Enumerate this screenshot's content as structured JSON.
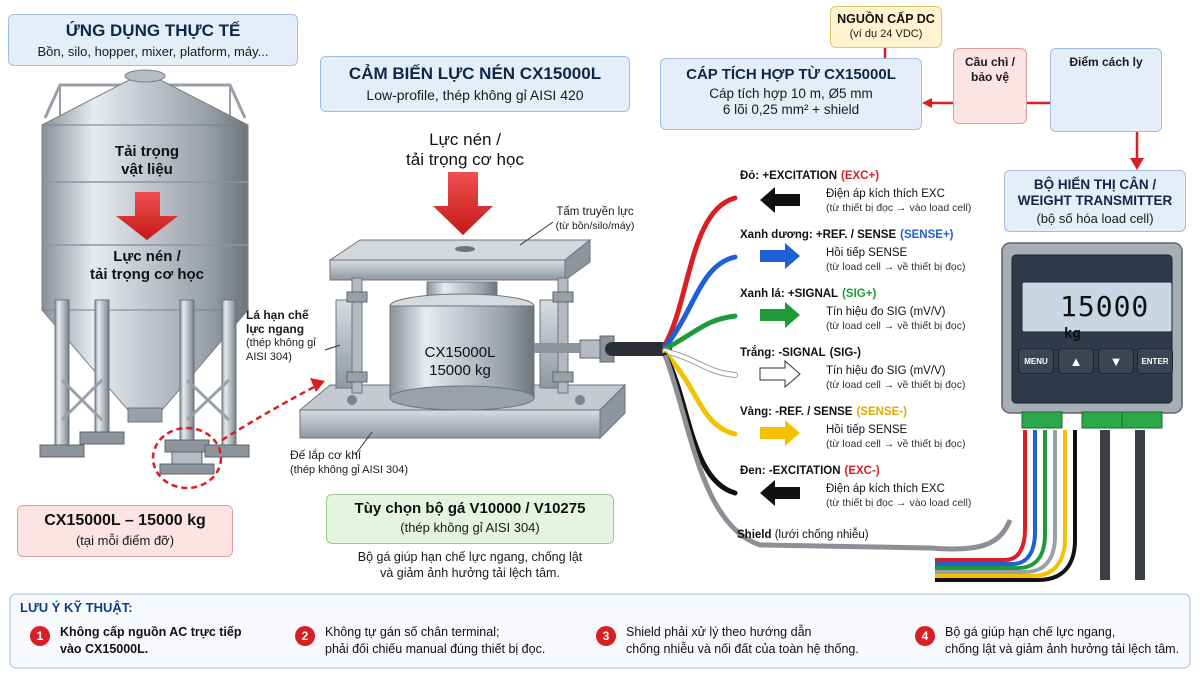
{
  "application_box": {
    "title": "ỨNG DỤNG THỰC TẾ",
    "subtitle": "Bồn, silo, hopper, mixer, platform, máy..."
  },
  "silo": {
    "label_load_line1": "Tải trọng",
    "label_load_line2": "vật liệu",
    "label_force_line1": "Lực nén /",
    "label_force_line2": "tải trọng cơ học"
  },
  "capacity_box": {
    "title": "CX15000L – 15000 kg",
    "subtitle": "(tại mỗi điểm đỡ)"
  },
  "sensor_box": {
    "title": "CẢM BIẾN LỰC NÉN CX15000L",
    "subtitle": "Low-profile, thép không gỉ AISI 420"
  },
  "sensor_force": {
    "line1": "Lực nén /",
    "line2": "tải trọng cơ học"
  },
  "sensor_labels": {
    "top_plate": "Tấm truyền lực",
    "top_plate_sub": "(từ bồn/silo/máy)",
    "side_plate_line1": "Lá hạn chế",
    "side_plate_line2": "lực ngang",
    "side_plate_line3": "(thép không gỉ",
    "side_plate_line4": "AISI 304)",
    "body_model": "CX15000L",
    "body_capacity": "15000 kg",
    "base_line1": "Đế lắp cơ khí",
    "base_line2": "(thép không gỉ AISI 304)"
  },
  "mount_box": {
    "title": "Tùy chọn bộ gá V10000 / V10275",
    "subtitle": "(thép không gỉ AISI 304)",
    "note_line1": "Bộ gá giúp hạn chế lực ngang, chống lật",
    "note_line2": "và giảm ảnh hưởng tải lệch tâm."
  },
  "power_box": {
    "title": "NGUỒN CẤP DC",
    "subtitle": "(ví dụ 24 VDC)"
  },
  "cable_box": {
    "title": "CÁP TÍCH HỢP TỪ CX15000L",
    "line1": "Cáp tích hợp 10 m, Ø5 mm",
    "line2": "6 lõi 0,25 mm² + shield"
  },
  "fuse_box": {
    "line1": "Cầu chì /",
    "line2": "bảo vệ"
  },
  "isolation_box": {
    "title": "Điểm cách ly"
  },
  "indicator_box": {
    "line1": "BỘ HIỂN THỊ CÂN /",
    "line2": "WEIGHT TRANSMITTER",
    "line3": "(bộ số hóa load cell)"
  },
  "indicator": {
    "reading": "15000",
    "unit": "kg",
    "key_menu": "MENU",
    "key_enter": "ENTER",
    "key_up": "▲",
    "key_down": "▼"
  },
  "wires": [
    {
      "title": "Đỏ: +EXCITATION",
      "tag": "(EXC+)",
      "desc": "Điện áp kích thích EXC",
      "sub": "(từ thiết bị đọc → vào load cell)",
      "color": "#d81f26",
      "tag_color": "#d81f26",
      "arrow": "left"
    },
    {
      "title": "Xanh dương: +REF. / SENSE",
      "tag": "(SENSE+)",
      "desc": "Hồi tiếp SENSE",
      "sub": "(từ load cell → về thiết bị đọc)",
      "color": "#1f5fd8",
      "tag_color": "#1f5fd8",
      "arrow": "right"
    },
    {
      "title": "Xanh lá: +SIGNAL",
      "tag": "(SIG+)",
      "desc": "Tín hiệu đo SIG (mV/V)",
      "sub": "(từ load cell → về thiết bị đọc)",
      "color": "#1f9a3a",
      "tag_color": "#1f9a3a",
      "arrow": "right"
    },
    {
      "title": "Trắng: -SIGNAL",
      "tag": "(SIG-)",
      "desc": "Tín hiệu đo SIG (mV/V)",
      "sub": "(từ load cell → về thiết bị đọc)",
      "color": "#ffffff",
      "tag_color": "#111111",
      "arrow": "right"
    },
    {
      "title": "Vàng: -REF. / SENSE",
      "tag": "(SENSE-)",
      "desc": "Hồi tiếp SENSE",
      "sub": "(từ load cell → về thiết bị đọc)",
      "color": "#f2c200",
      "tag_color": "#e0a800",
      "arrow": "right"
    },
    {
      "title": "Đen: -EXCITATION",
      "tag": "(EXC-)",
      "desc": "Điện áp kích thích EXC",
      "sub": "(từ thiết bị đọc → vào load cell)",
      "color": "#111111",
      "tag_color": "#d81f26",
      "arrow": "left"
    }
  ],
  "shield": {
    "title": "Shield",
    "desc": "(lưới chống nhiễu)"
  },
  "notes": {
    "heading": "LƯU Ý KỸ THUẬT:",
    "items": [
      {
        "num": "1",
        "line1": "Không cấp nguồn AC trực tiếp",
        "line2": "vào CX15000L."
      },
      {
        "num": "2",
        "line1": "Không tự gán số chân terminal;",
        "line2": "phải đối chiếu manual đúng thiết bị đọc."
      },
      {
        "num": "3",
        "line1": "Shield phải xử lý theo hướng dẫn",
        "line2": "chống nhiễu và nối đất của toàn hệ thống."
      },
      {
        "num": "4",
        "line1": "Bộ gá giúp hạn chế lực ngang,",
        "line2": "chống lật và giảm ảnh hưởng tải lệch tâm."
      }
    ]
  }
}
